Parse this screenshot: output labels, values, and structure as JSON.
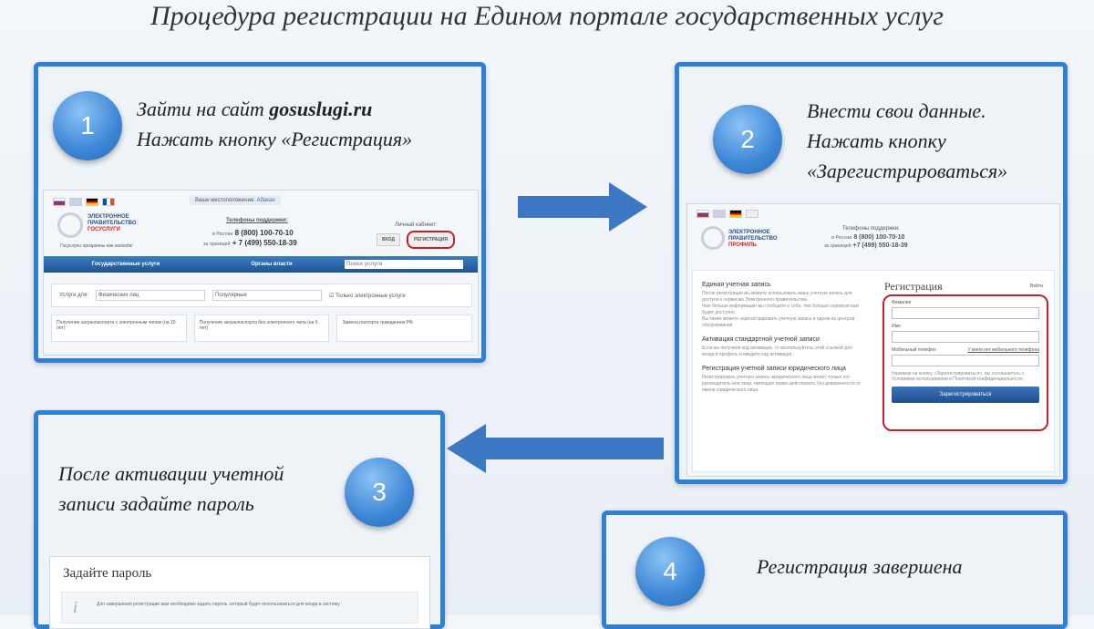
{
  "title": "Процедура регистрации на Едином портале государственных услуг",
  "steps": [
    {
      "number": "1",
      "line1_prefix": "Зайти на сайт ",
      "line1_site": "gosuslugi.ru",
      "line2": "Нажать кнопку «Регистрация»"
    },
    {
      "number": "2",
      "line1": "Внести свои данные.",
      "line2": "Нажать кнопку",
      "line3": "«Зарегистрироваться»"
    },
    {
      "number": "3",
      "line1": "После активации учетной",
      "line2": "записи задайте пароль"
    },
    {
      "number": "4",
      "line1": "Регистрация завершена"
    }
  ],
  "shot1": {
    "location_label": "Ваше местоположение:",
    "location_value": "Абакан",
    "logo_line1": "ЭЛЕКТРОННОЕ",
    "logo_line2": "ПРАВИТЕЛЬСТВО",
    "logo_line3": "ГОСУСЛУГИ",
    "slogan": "Госуслуги прозрачны как никогда!",
    "support_title": "Телефоны поддержки:",
    "phone_ru_label": "в России",
    "phone_ru": "8 (800) 100-70-10",
    "phone_abroad_label": "за границей",
    "phone_abroad": "+ 7 (499) 550-18-39",
    "cabinet": "Личный кабинет:",
    "login": "ВХОД",
    "register": "РЕГИСТРАЦИЯ",
    "nav": [
      "Государственные услуги",
      "Органы власти"
    ],
    "search_placeholder": "Поиск услуги",
    "filter_label": "Услуги для:",
    "filter_who": "Физических лиц",
    "filter_sort": "Популярные",
    "only_electronic": "Только электронные услуги",
    "services": [
      "Получение загранпаспорта с электронным чипом (на 10 лет)",
      "Получение загранпаспорта без электронного чипа (на 5 лет)",
      "Замена паспорта гражданина РФ"
    ]
  },
  "shot2": {
    "logo_line1": "ЭЛЕКТРОННОЕ",
    "logo_line2": "ПРАВИТЕЛЬСТВО",
    "logo_line3": "ПРОФИЛЬ",
    "support_title": "Телефоны поддержки:",
    "phone_ru_label": "в России",
    "phone_ru": "8 (800) 100-70-10",
    "phone_abroad_label": "за границей",
    "phone_abroad": "+7 (499) 550-18-39",
    "h1": "Единая учетная запись",
    "p1": "После регистрации вы можете использовать вашу учетную запись для доступа к сервисам Электронного правительства.",
    "p2": "Чем больше информации вы сообщите о себе, тем больше сервисов вам будет доступно.",
    "p3": "Вы также можете зарегистрировать учетную запись в одном из центров обслуживания",
    "h2": "Активация стандартной учетной записи",
    "p4": "Если вы получили код активации, то воспользуйтесь этой ссылкой для входа в профиль и введите код активации.",
    "h3": "Регистрация учетной записи юридического лица",
    "p5": "Регистрировать учетную запись юридического лица может только его руководитель или лицо, имеющее право действовать без доверенности от имени юридического лица.",
    "form_title": "Регистрация",
    "login_link": "Войти",
    "surname": "Фамилия",
    "name": "Имя",
    "phone": "Мобильный телефон",
    "no_phone": "У меня нет мобильного телефона",
    "agree": "Нажимая на кнопку «Зарегистрироваться», вы соглашаетесь с Условиями использования и Политикой конфиденциальности",
    "submit": "Зарегистрироваться"
  },
  "shot3": {
    "heading": "Задайте пароль",
    "info": "Для завершения регистрации вам необходимо задать пароль, который будет использоваться для входа в систему"
  },
  "colors": {
    "panel_border": "#2f7fd6",
    "arrow": "#3d78c4",
    "highlight": "#c8202a"
  }
}
